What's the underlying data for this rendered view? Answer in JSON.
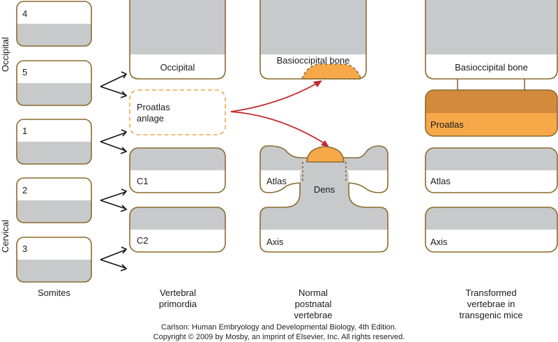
{
  "side_labels": {
    "occipital": "Occipital",
    "cervical": "Cervical"
  },
  "somites": [
    "4",
    "5",
    "1",
    "2",
    "3"
  ],
  "primordia": {
    "occipital": "Occipital",
    "proatlas": "Proatlas\nanlage",
    "c1": "C1",
    "c2": "C2"
  },
  "normal": {
    "basioccipital": "Basioccipital bone",
    "atlas": "Atlas",
    "dens": "Dens",
    "axis": "Axis"
  },
  "transformed": {
    "basioccipital": "Basioccipital bone",
    "proatlas": "Proatlas",
    "atlas": "Atlas",
    "axis": "Axis"
  },
  "columns": {
    "somites": "Somites",
    "primordia": "Vertebral\nprimordia",
    "normal": "Normal\npostnatal\nvertebrae",
    "transformed": "Transformed\nvertebrae in\ntransgenic mice"
  },
  "credit": {
    "line1": "Carlson: Human Embryology and Developmental Biology, 4th Edition.",
    "line2": "Copyright © 2009 by Mosby, an imprint of Elsevier, Inc. All rights reserved."
  },
  "colors": {
    "outline": "#8a6a2e",
    "gray": "#c8c9cb",
    "orange": "#f7a94a",
    "orange_dark": "#d48a3c",
    "arrow_red": "#c32a2e"
  }
}
